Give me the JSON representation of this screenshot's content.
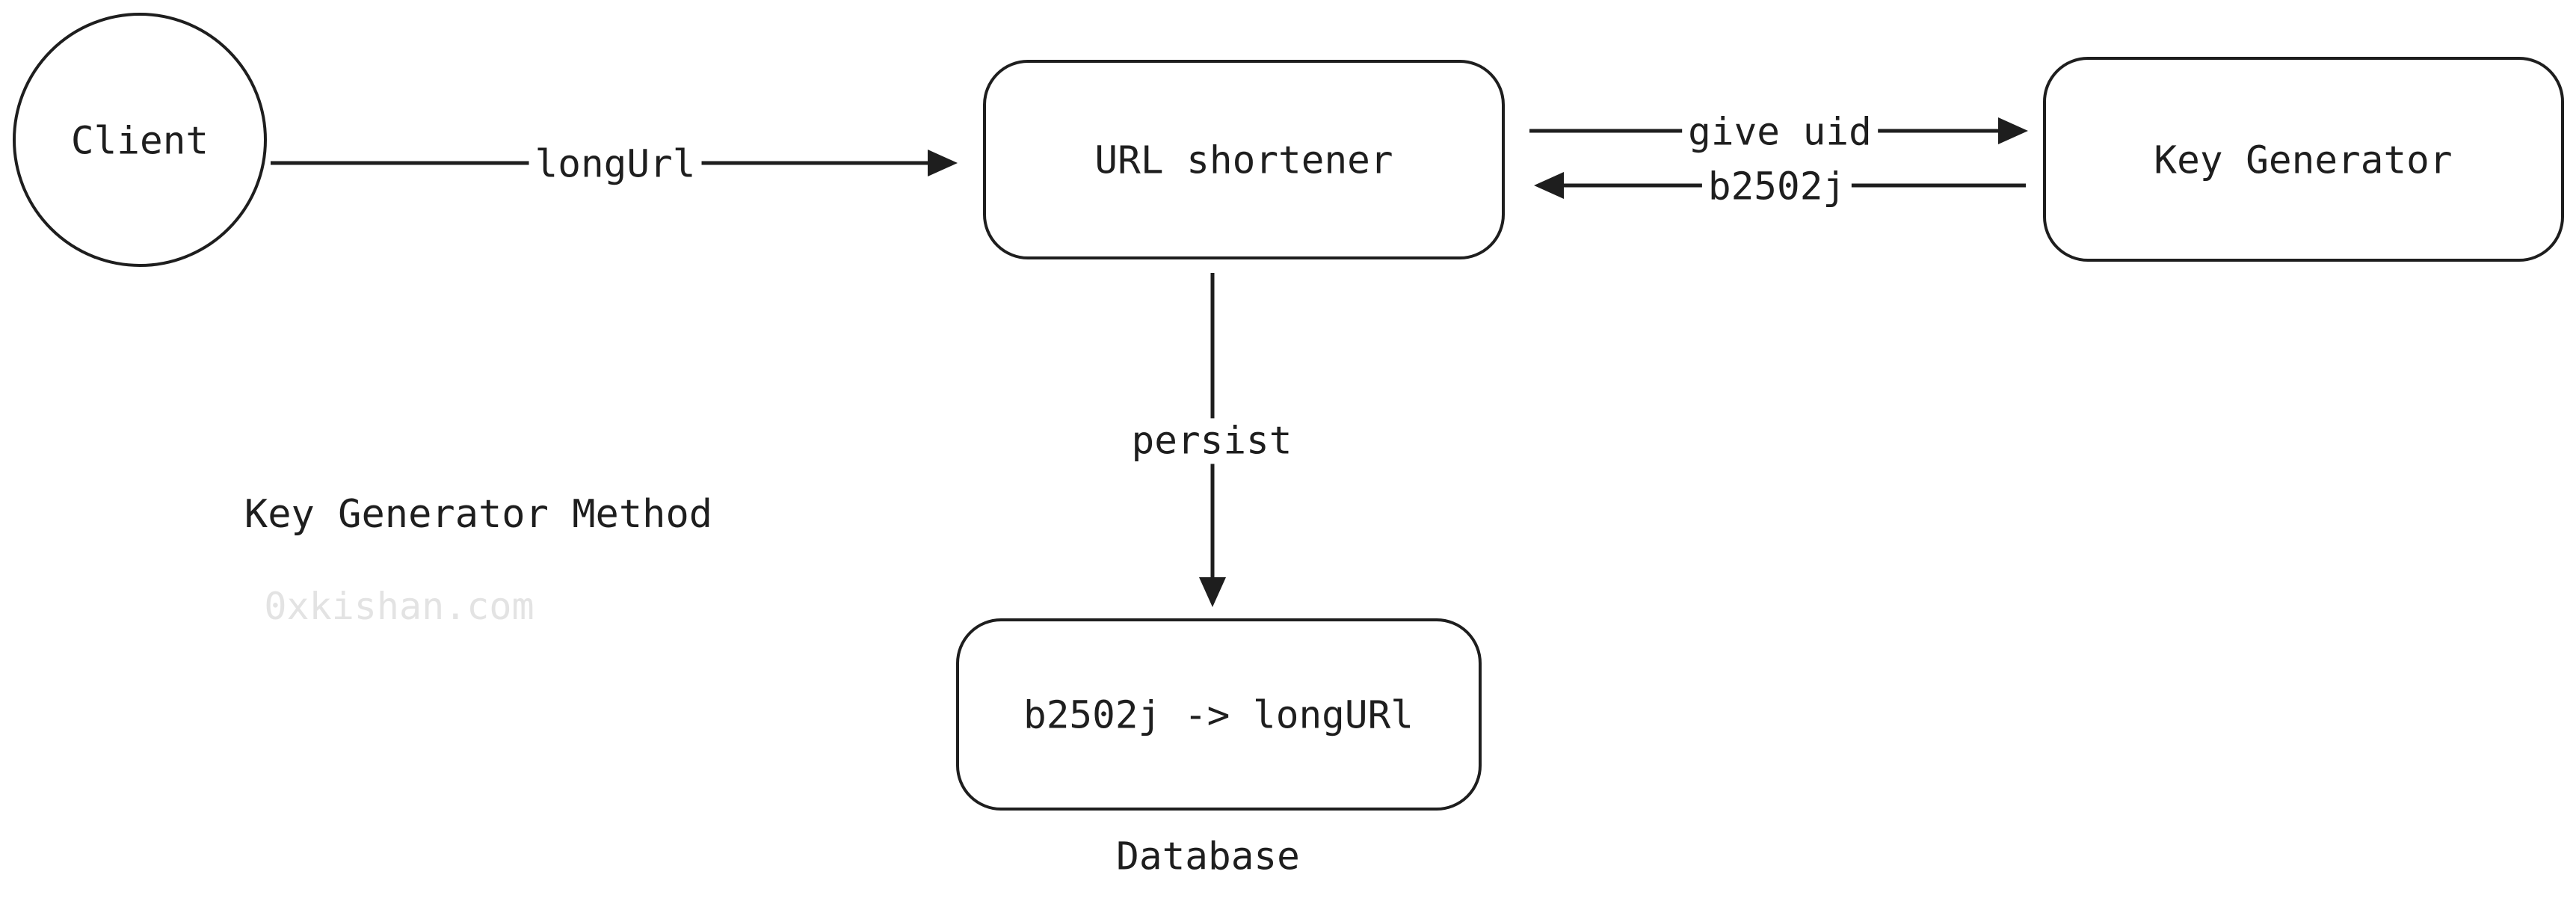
{
  "diagram": {
    "title": "Key Generator Method",
    "watermark": "0xkishan.com",
    "colors": {
      "stroke": "#1e1e1e",
      "background": "#ffffff",
      "watermark_text": "#e3e3e3"
    },
    "nodes": {
      "client": {
        "label": "Client",
        "shape": "circle"
      },
      "url_shortener": {
        "label": "URL shortener",
        "shape": "rounded-rectangle"
      },
      "key_generator": {
        "label": "Key Generator",
        "shape": "rounded-rectangle"
      },
      "database": {
        "label": "b2502j -> longURl",
        "caption": "Database",
        "shape": "rounded-rectangle"
      }
    },
    "edges": {
      "client_to_shortener": {
        "label": "longUrl",
        "from": "client",
        "to": "url_shortener",
        "direction": "right"
      },
      "shortener_to_keygen": {
        "label": "give uid",
        "from": "url_shortener",
        "to": "key_generator",
        "direction": "right"
      },
      "keygen_to_shortener": {
        "label": "b2502j",
        "from": "key_generator",
        "to": "url_shortener",
        "direction": "left"
      },
      "shortener_to_db": {
        "label": "persist",
        "from": "url_shortener",
        "to": "database",
        "direction": "down"
      }
    }
  }
}
